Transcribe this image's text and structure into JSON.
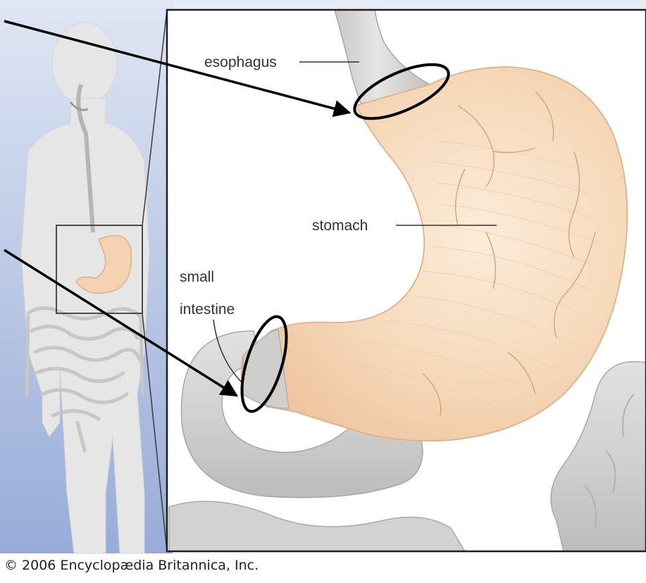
{
  "labels": {
    "esophagus": "esophagus",
    "stomach": "stomach",
    "small_intestine_line1": "small",
    "small_intestine_line2": "intestine"
  },
  "copyright": "© 2006 Encyclopædia Britannica, Inc.",
  "colors": {
    "left_gradient_top": "#dfe6f4",
    "left_gradient_bottom": "#98acd8",
    "stomach_fill": "#f6d8b8",
    "stomach_highlight": "#fbe9d6",
    "vein": "#d8a37c",
    "intestine_fill": "#d9d8d7",
    "body_silhouette": "#e4e4e4",
    "outline": "#000000",
    "text": "#333333"
  },
  "icons": [
    "human-body-silhouette",
    "stomach-illustration",
    "annotation-arrow",
    "highlight-ellipse"
  ]
}
